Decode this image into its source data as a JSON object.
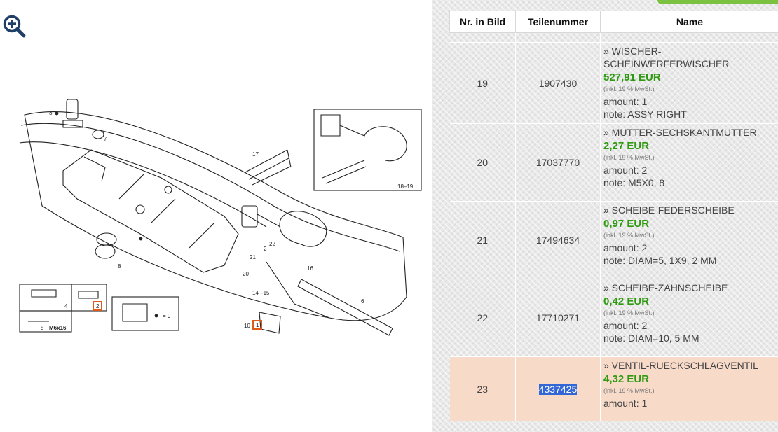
{
  "diagram": {
    "labels": [
      "3",
      "7",
      "17",
      "18–19",
      "2",
      "22",
      "21",
      "20",
      "16",
      "14 –15",
      "6",
      "8",
      "10",
      "1",
      "4",
      "5",
      "M6x16",
      "2",
      "9",
      "= 9"
    ]
  },
  "table": {
    "headers": [
      "Nr. in Bild",
      "Teilenummer",
      "Name"
    ],
    "rows": [
      {
        "nr": "19",
        "part": "1907430",
        "name": "» WISCHER-SCHEINWERFERWISCHER",
        "price": "527,91 EUR",
        "vat": "(inkl. 19 % MwSt.)",
        "amount": "amount: 1",
        "note": "note: ASSY RIGHT"
      },
      {
        "nr": "20",
        "part": "17037770",
        "name": "» MUTTER-SECHSKANTMUTTER",
        "price": "2,27 EUR",
        "vat": "(inkl. 19 % MwSt.)",
        "amount": "amount: 2",
        "note": "note: M5X0, 8"
      },
      {
        "nr": "21",
        "part": "17494634",
        "name": "» SCHEIBE-FEDERSCHEIBE",
        "price": "0,97 EUR",
        "vat": "(inkl. 19 % MwSt.)",
        "amount": "amount: 2",
        "note": "note: DIAM=5, 1X9, 2 MM"
      },
      {
        "nr": "22",
        "part": "17710271",
        "name": "» SCHEIBE-ZAHNSCHEIBE",
        "price": "0,42 EUR",
        "vat": "(inkl. 19 % MwSt.)",
        "amount": "amount: 2",
        "note": "note: DIAM=10, 5 MM"
      },
      {
        "nr": "23",
        "part": "4337425",
        "name": "» VENTIL-RUECKSCHLAGVENTIL",
        "price": "4,32 EUR",
        "vat": "(inkl. 19 % MwSt.)",
        "amount": "amount: 1",
        "note": ""
      }
    ]
  },
  "colors": {
    "price": "#2e9a10",
    "highlight_row": "#f8dac9",
    "selection": "#3367d6",
    "accent_bar": "#7cc242"
  }
}
